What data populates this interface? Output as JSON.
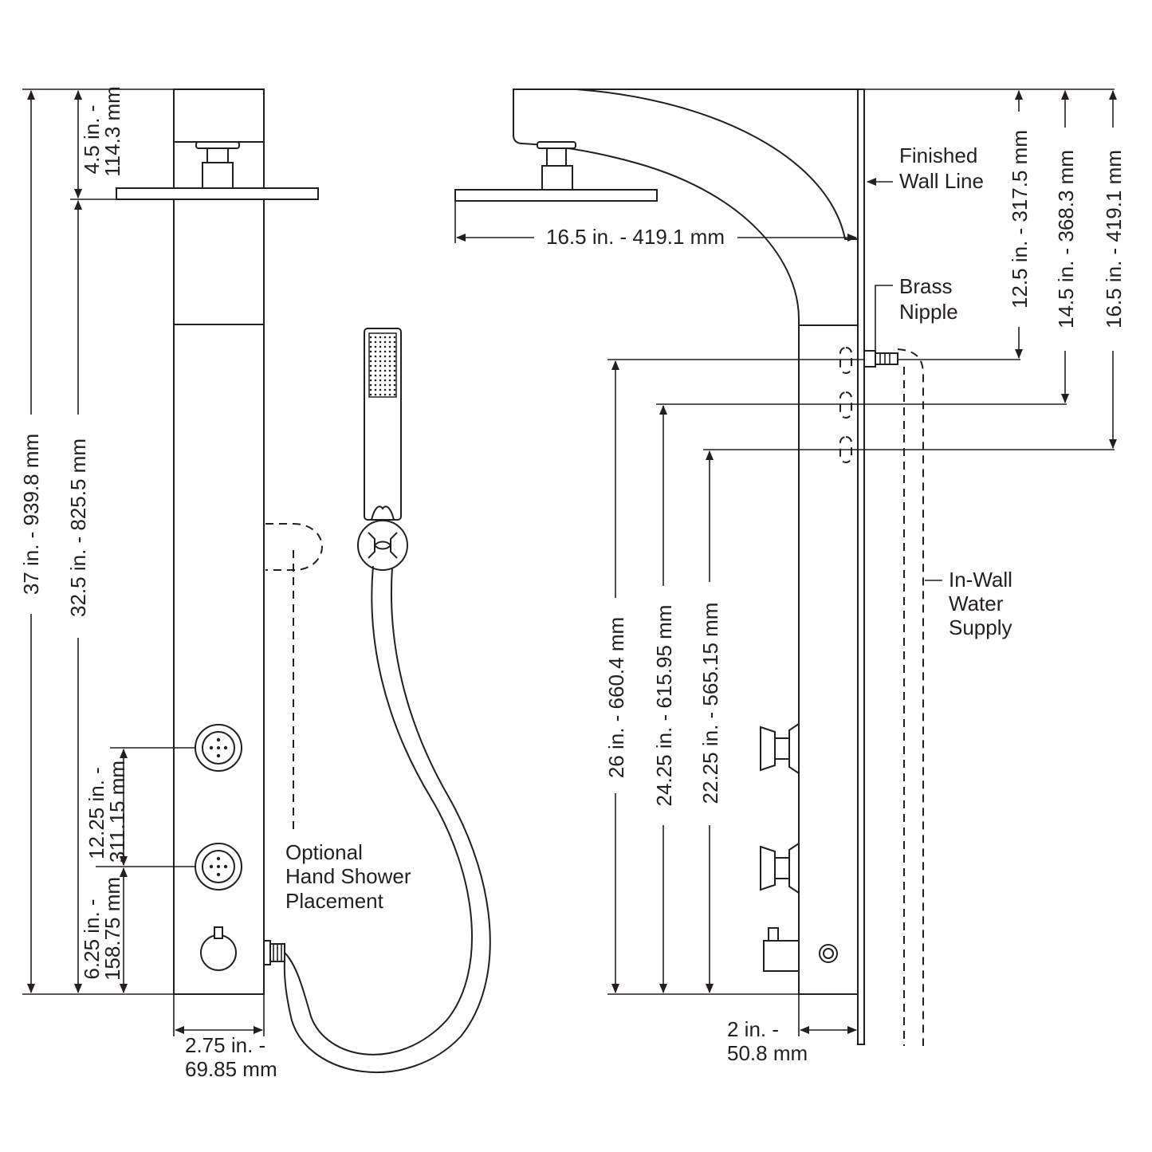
{
  "front_view": {
    "total_height": "37 in. - 939.8 mm",
    "head_drop_a": "4.5 in. -",
    "head_drop_b": "114.3 mm",
    "panel_height": "32.5 in. - 825.5 mm",
    "jet_spacing_a": "12.25 in. -",
    "jet_spacing_b": "311.15 mm",
    "bottom_jet_a": "6.25 in. -",
    "bottom_jet_b": "158.75 mm",
    "width_a": "2.75 in. -",
    "width_b": "69.85 mm",
    "hand_shower_line1": "Optional",
    "hand_shower_line2": "Hand Shower",
    "hand_shower_line3": "Placement"
  },
  "side_view": {
    "head_reach": "16.5 in. - 419.1 mm",
    "wall_line1": "Finished",
    "wall_line2": "Wall Line",
    "nipple_line1": "Brass",
    "nipple_line2": "Nipple",
    "supply_line1": "In-Wall",
    "supply_line2": "Water",
    "supply_line3": "Supply",
    "dim_top_1": "12.5 in. - 317.5 mm",
    "dim_top_2": "14.5 in. - 368.3 mm",
    "dim_top_3": "16.5 in. - 419.1 mm",
    "dim_bottom_1": "26 in. - 660.4 mm",
    "dim_bottom_2": "24.25 in. - 615.95 mm",
    "dim_bottom_3": "22.25 in. - 565.15 mm",
    "depth_a": "2 in. -",
    "depth_b": "50.8 mm"
  }
}
